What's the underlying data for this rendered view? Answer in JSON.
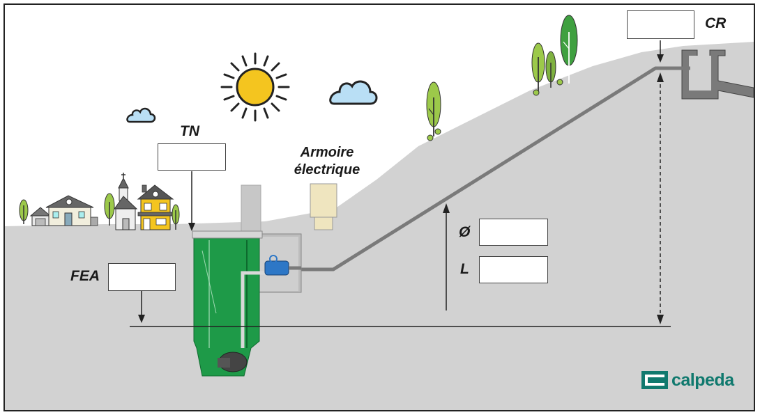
{
  "labels": {
    "tn": "TN",
    "cr": "CR",
    "fea": "FEA",
    "diameter": "Ø",
    "length": "L",
    "cabinet_line1": "Armoire",
    "cabinet_line2": "électrique"
  },
  "inputs": {
    "tn_value": "",
    "cr_value": "",
    "fea_value": "",
    "diameter_value": "",
    "length_value": ""
  },
  "brand": {
    "name": "calpeda",
    "color": "#10796e"
  },
  "icons": [
    "sun-icon",
    "cloud-icon",
    "tree-icon",
    "house-icon",
    "church-icon",
    "pumping-station-icon",
    "electrical-cabinet-icon",
    "discharge-chamber-icon"
  ]
}
